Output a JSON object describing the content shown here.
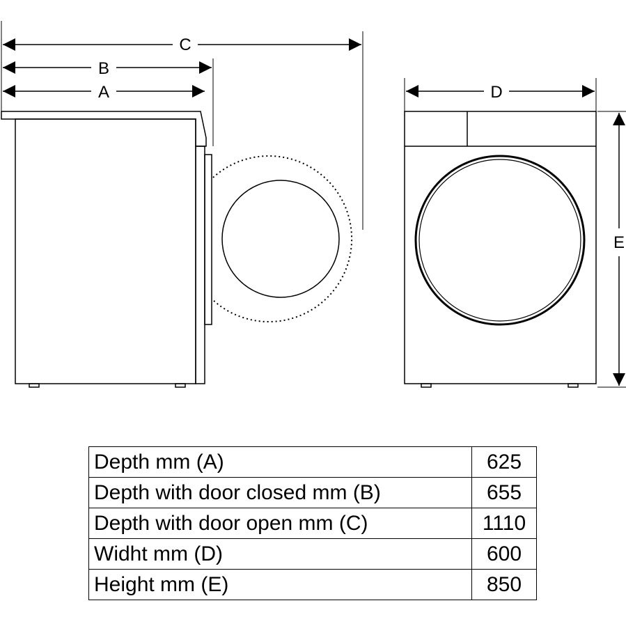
{
  "dimension_labels": {
    "a": "A",
    "b": "B",
    "c": "C",
    "d": "D",
    "e": "E"
  },
  "table": {
    "rows": [
      {
        "label": "Depth mm (A)",
        "value": "625"
      },
      {
        "label": "Depth with door closed mm (B)",
        "value": "655"
      },
      {
        "label": "Depth with door open mm (C)",
        "value": "1110"
      },
      {
        "label": "Widht mm (D)",
        "value": "600"
      },
      {
        "label": "Height mm (E)",
        "value": "850"
      }
    ]
  }
}
